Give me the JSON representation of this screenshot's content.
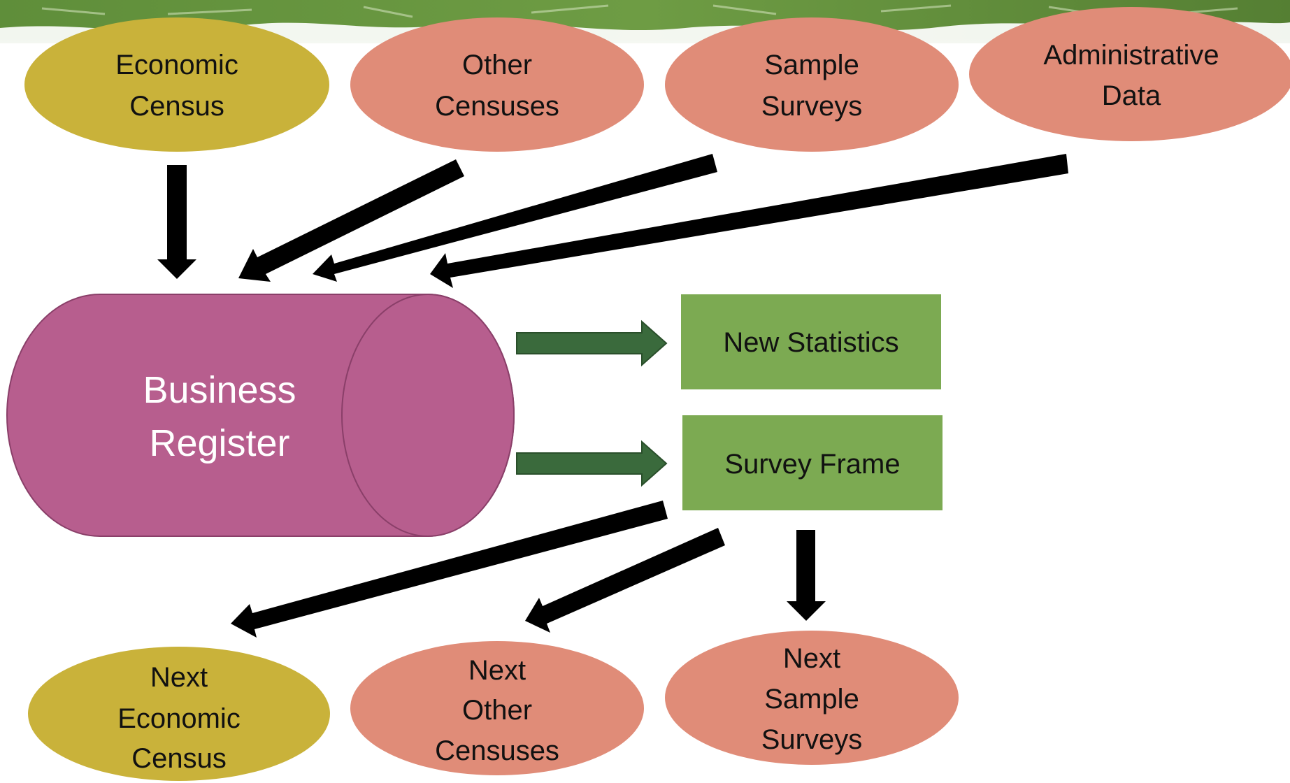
{
  "inputs": {
    "economic_census": {
      "line1": "Economic",
      "line2": "Census",
      "color": "#C9B23A"
    },
    "other_censuses": {
      "line1": "Other",
      "line2": "Censuses",
      "color": "#E08C78"
    },
    "sample_surveys": {
      "line1": "Sample",
      "line2": "Surveys",
      "color": "#E08C78"
    },
    "administrative_data": {
      "line1": "Administrative",
      "line2": "Data",
      "color": "#E08C78"
    }
  },
  "register": {
    "line1": "Business",
    "line2": "Register",
    "color": "#B75E8E"
  },
  "outputs": {
    "new_statistics": {
      "label": "New Statistics",
      "color": "#7CAA52"
    },
    "survey_frame": {
      "label": "Survey Frame",
      "color": "#7CAA52"
    }
  },
  "next": {
    "economic_census": {
      "line1": "Next",
      "line2": "Economic",
      "line3": "Census",
      "color": "#C9B23A"
    },
    "other_censuses": {
      "line1": "Next",
      "line2": "Other",
      "line3": "Censuses",
      "color": "#E08C78"
    },
    "sample_surveys": {
      "line1": "Next",
      "line2": "Sample",
      "line3": "Surveys",
      "color": "#E08C78"
    }
  }
}
